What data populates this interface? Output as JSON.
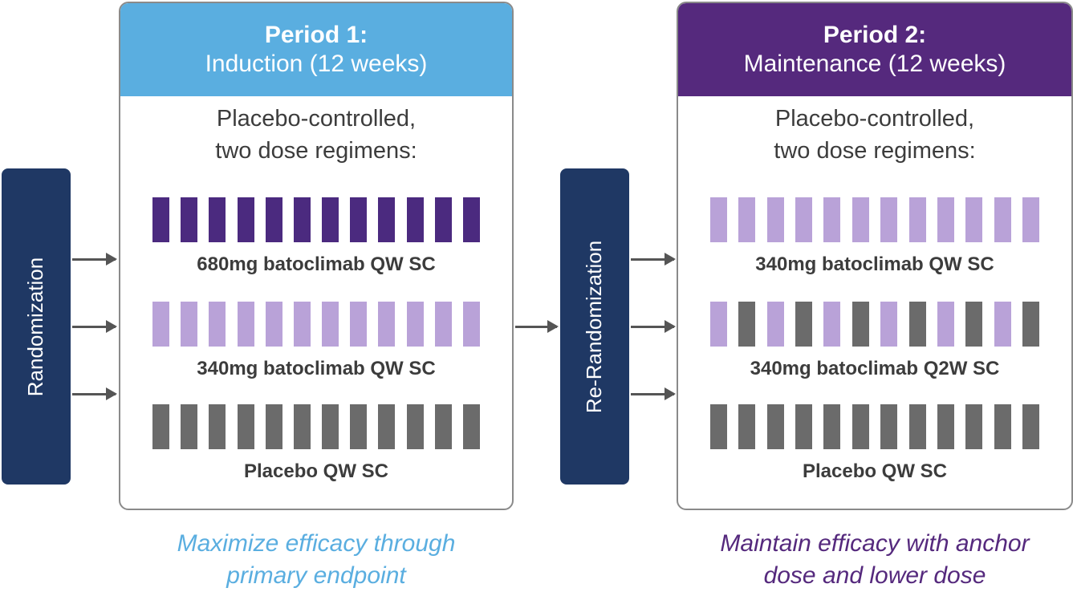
{
  "randomization_label": "Randomization",
  "rerandomization_label": "Re-Randomization",
  "period1": {
    "title": "Period 1:",
    "subtitle": "Induction (12 weeks)",
    "desc_line1": "Placebo-controlled,",
    "desc_line2": "two dose regimens:",
    "arms": [
      {
        "label": "680mg batoclimab QW SC",
        "pattern": [
          "dark",
          "dark",
          "dark",
          "dark",
          "dark",
          "dark",
          "dark",
          "dark",
          "dark",
          "dark",
          "dark",
          "dark"
        ]
      },
      {
        "label": "340mg batoclimab QW SC",
        "pattern": [
          "light",
          "light",
          "light",
          "light",
          "light",
          "light",
          "light",
          "light",
          "light",
          "light",
          "light",
          "light"
        ]
      },
      {
        "label": "Placebo QW SC",
        "pattern": [
          "gray",
          "gray",
          "gray",
          "gray",
          "gray",
          "gray",
          "gray",
          "gray",
          "gray",
          "gray",
          "gray",
          "gray"
        ]
      }
    ],
    "caption_line1": "Maximize efficacy through",
    "caption_line2": "primary endpoint"
  },
  "period2": {
    "title": "Period 2:",
    "subtitle": "Maintenance (12 weeks)",
    "desc_line1": "Placebo-controlled,",
    "desc_line2": "two dose regimens:",
    "arms": [
      {
        "label": "340mg batoclimab QW SC",
        "pattern": [
          "light",
          "light",
          "light",
          "light",
          "light",
          "light",
          "light",
          "light",
          "light",
          "light",
          "light",
          "light"
        ]
      },
      {
        "label": "340mg batoclimab Q2W SC",
        "pattern": [
          "light",
          "gray",
          "light",
          "gray",
          "light",
          "gray",
          "light",
          "gray",
          "light",
          "gray",
          "light",
          "gray"
        ]
      },
      {
        "label": "Placebo QW SC",
        "pattern": [
          "gray",
          "gray",
          "gray",
          "gray",
          "gray",
          "gray",
          "gray",
          "gray",
          "gray",
          "gray",
          "gray",
          "gray"
        ]
      }
    ],
    "caption_line1": "Maintain efficacy with anchor",
    "caption_line2": "dose and lower dose"
  },
  "colors": {
    "period1_header": "#5aaee0",
    "period2_header": "#55297d",
    "randomization_bar": "#1f3864",
    "dose_dark_purple": "#4b2a7f",
    "dose_light_purple": "#b9a2d8",
    "placebo_gray": "#6b6b6b"
  }
}
